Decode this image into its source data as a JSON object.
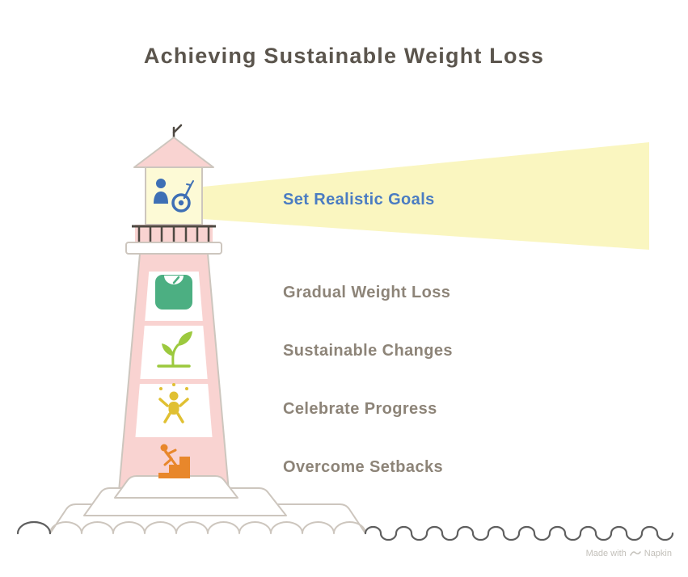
{
  "title": "Achieving Sustainable Weight Loss",
  "items": [
    {
      "label": "Set Realistic Goals",
      "icon": "goal-target-icon",
      "label_color": "#4a7cc2",
      "icon_color": "#3e6fb5"
    },
    {
      "label": "Gradual Weight Loss",
      "icon": "weight-scale-icon",
      "label_color": "#8d8478",
      "icon_color": "#4caf82"
    },
    {
      "label": "Sustainable Changes",
      "icon": "sprout-icon",
      "label_color": "#8d8478",
      "icon_color": "#9cc93e"
    },
    {
      "label": "Celebrate Progress",
      "icon": "celebration-icon",
      "label_color": "#8d8478",
      "icon_color": "#e0c032"
    },
    {
      "label": "Overcome Setbacks",
      "icon": "climber-icon",
      "label_color": "#8d8478",
      "icon_color": "#e8872b"
    }
  ],
  "colors": {
    "background": "#ffffff",
    "title": "#5b554d",
    "beam_yellow": "#faf6c0",
    "lamp_room_yellow": "#fdfad6",
    "lighthouse_pink": "#f9d3d1",
    "outline_gray": "#cdc6be",
    "railing_dark": "#4e4942",
    "wave_gray": "#5e5e5e",
    "rock_white": "#ffffff"
  },
  "watermark": {
    "made_with": "Made with",
    "brand": "Napkin"
  }
}
